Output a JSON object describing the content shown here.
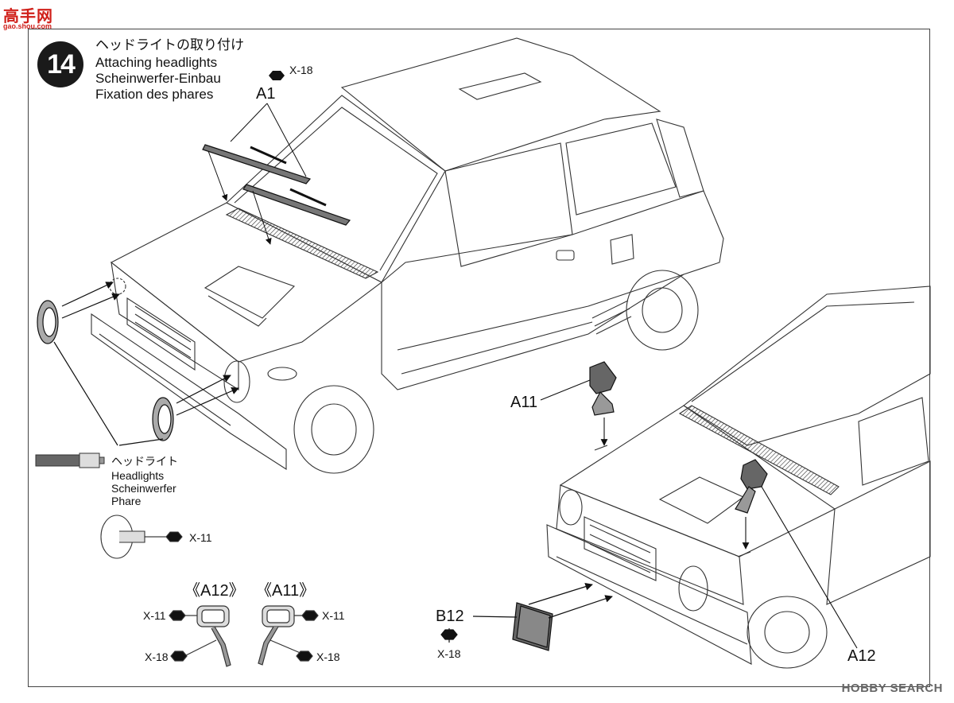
{
  "watermark": {
    "site_logo": "高手网",
    "site_url": "gao.shou.com",
    "hobbysearch": "HOBBY SEARCH"
  },
  "step": {
    "number": "14",
    "title_jp": "ヘッドライトの取り付け",
    "title_en": "Attaching headlights",
    "title_de": "Scheinwerfer-Einbau",
    "title_fr": "Fixation des phares"
  },
  "callouts": {
    "x18_top": "X-18",
    "a1": "A1",
    "a11": "A11",
    "a12": "A12",
    "b12": "B12",
    "b12_x": "X-18"
  },
  "headlight_legend": {
    "jp": "ヘッドライト",
    "en": "Headlights",
    "de": "Scheinwerfer",
    "fr": "Phare",
    "paint": "X-11"
  },
  "mirrors": {
    "a12_title": "《A12》",
    "a11_title": "《A11》",
    "a12_glass": "X-11",
    "a12_stem": "X-18",
    "a11_glass": "X-11",
    "a11_stem": "X-18"
  }
}
